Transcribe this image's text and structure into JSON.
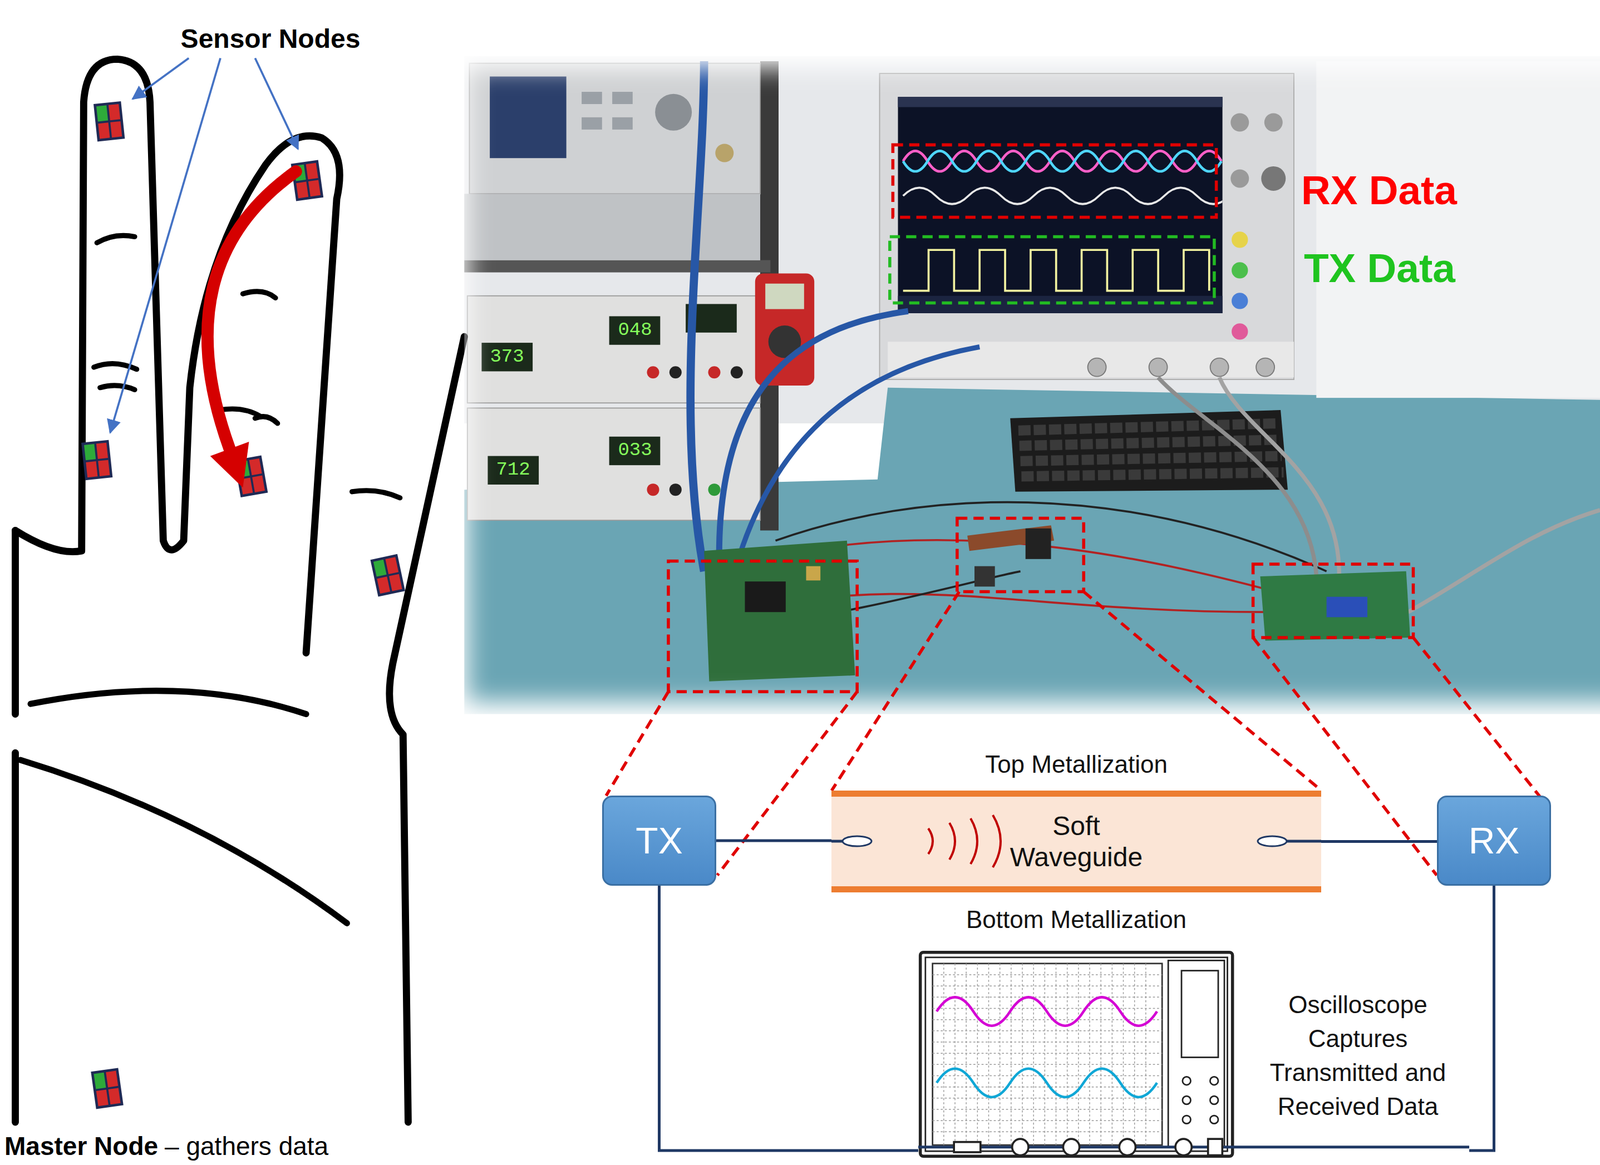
{
  "diagram": {
    "nodes": [
      {
        "text": [
          "TX"
        ]
      },
      {
        "text": [
          "Top Metallization",
          "Soft Waveguide",
          "Bottom Metallization"
        ]
      },
      {
        "text": [
          "RX"
        ]
      },
      {
        "text": [
          "Oscilloscope Captures Transmitted and Received Data"
        ]
      }
    ],
    "edges": [
      {
        "from": 0,
        "to": 1,
        "arrow": "none"
      },
      {
        "from": 1,
        "to": 2,
        "arrow": "none"
      },
      {
        "from": 0,
        "to": 3,
        "arrow": "none"
      },
      {
        "from": 2,
        "to": 3,
        "arrow": "none"
      }
    ],
    "labels": [
      "Sensor Nodes",
      "Master Node",
      "– gathers data",
      "RX Data",
      "TX Data",
      "048",
      "033",
      "373",
      "712"
    ]
  }
}
